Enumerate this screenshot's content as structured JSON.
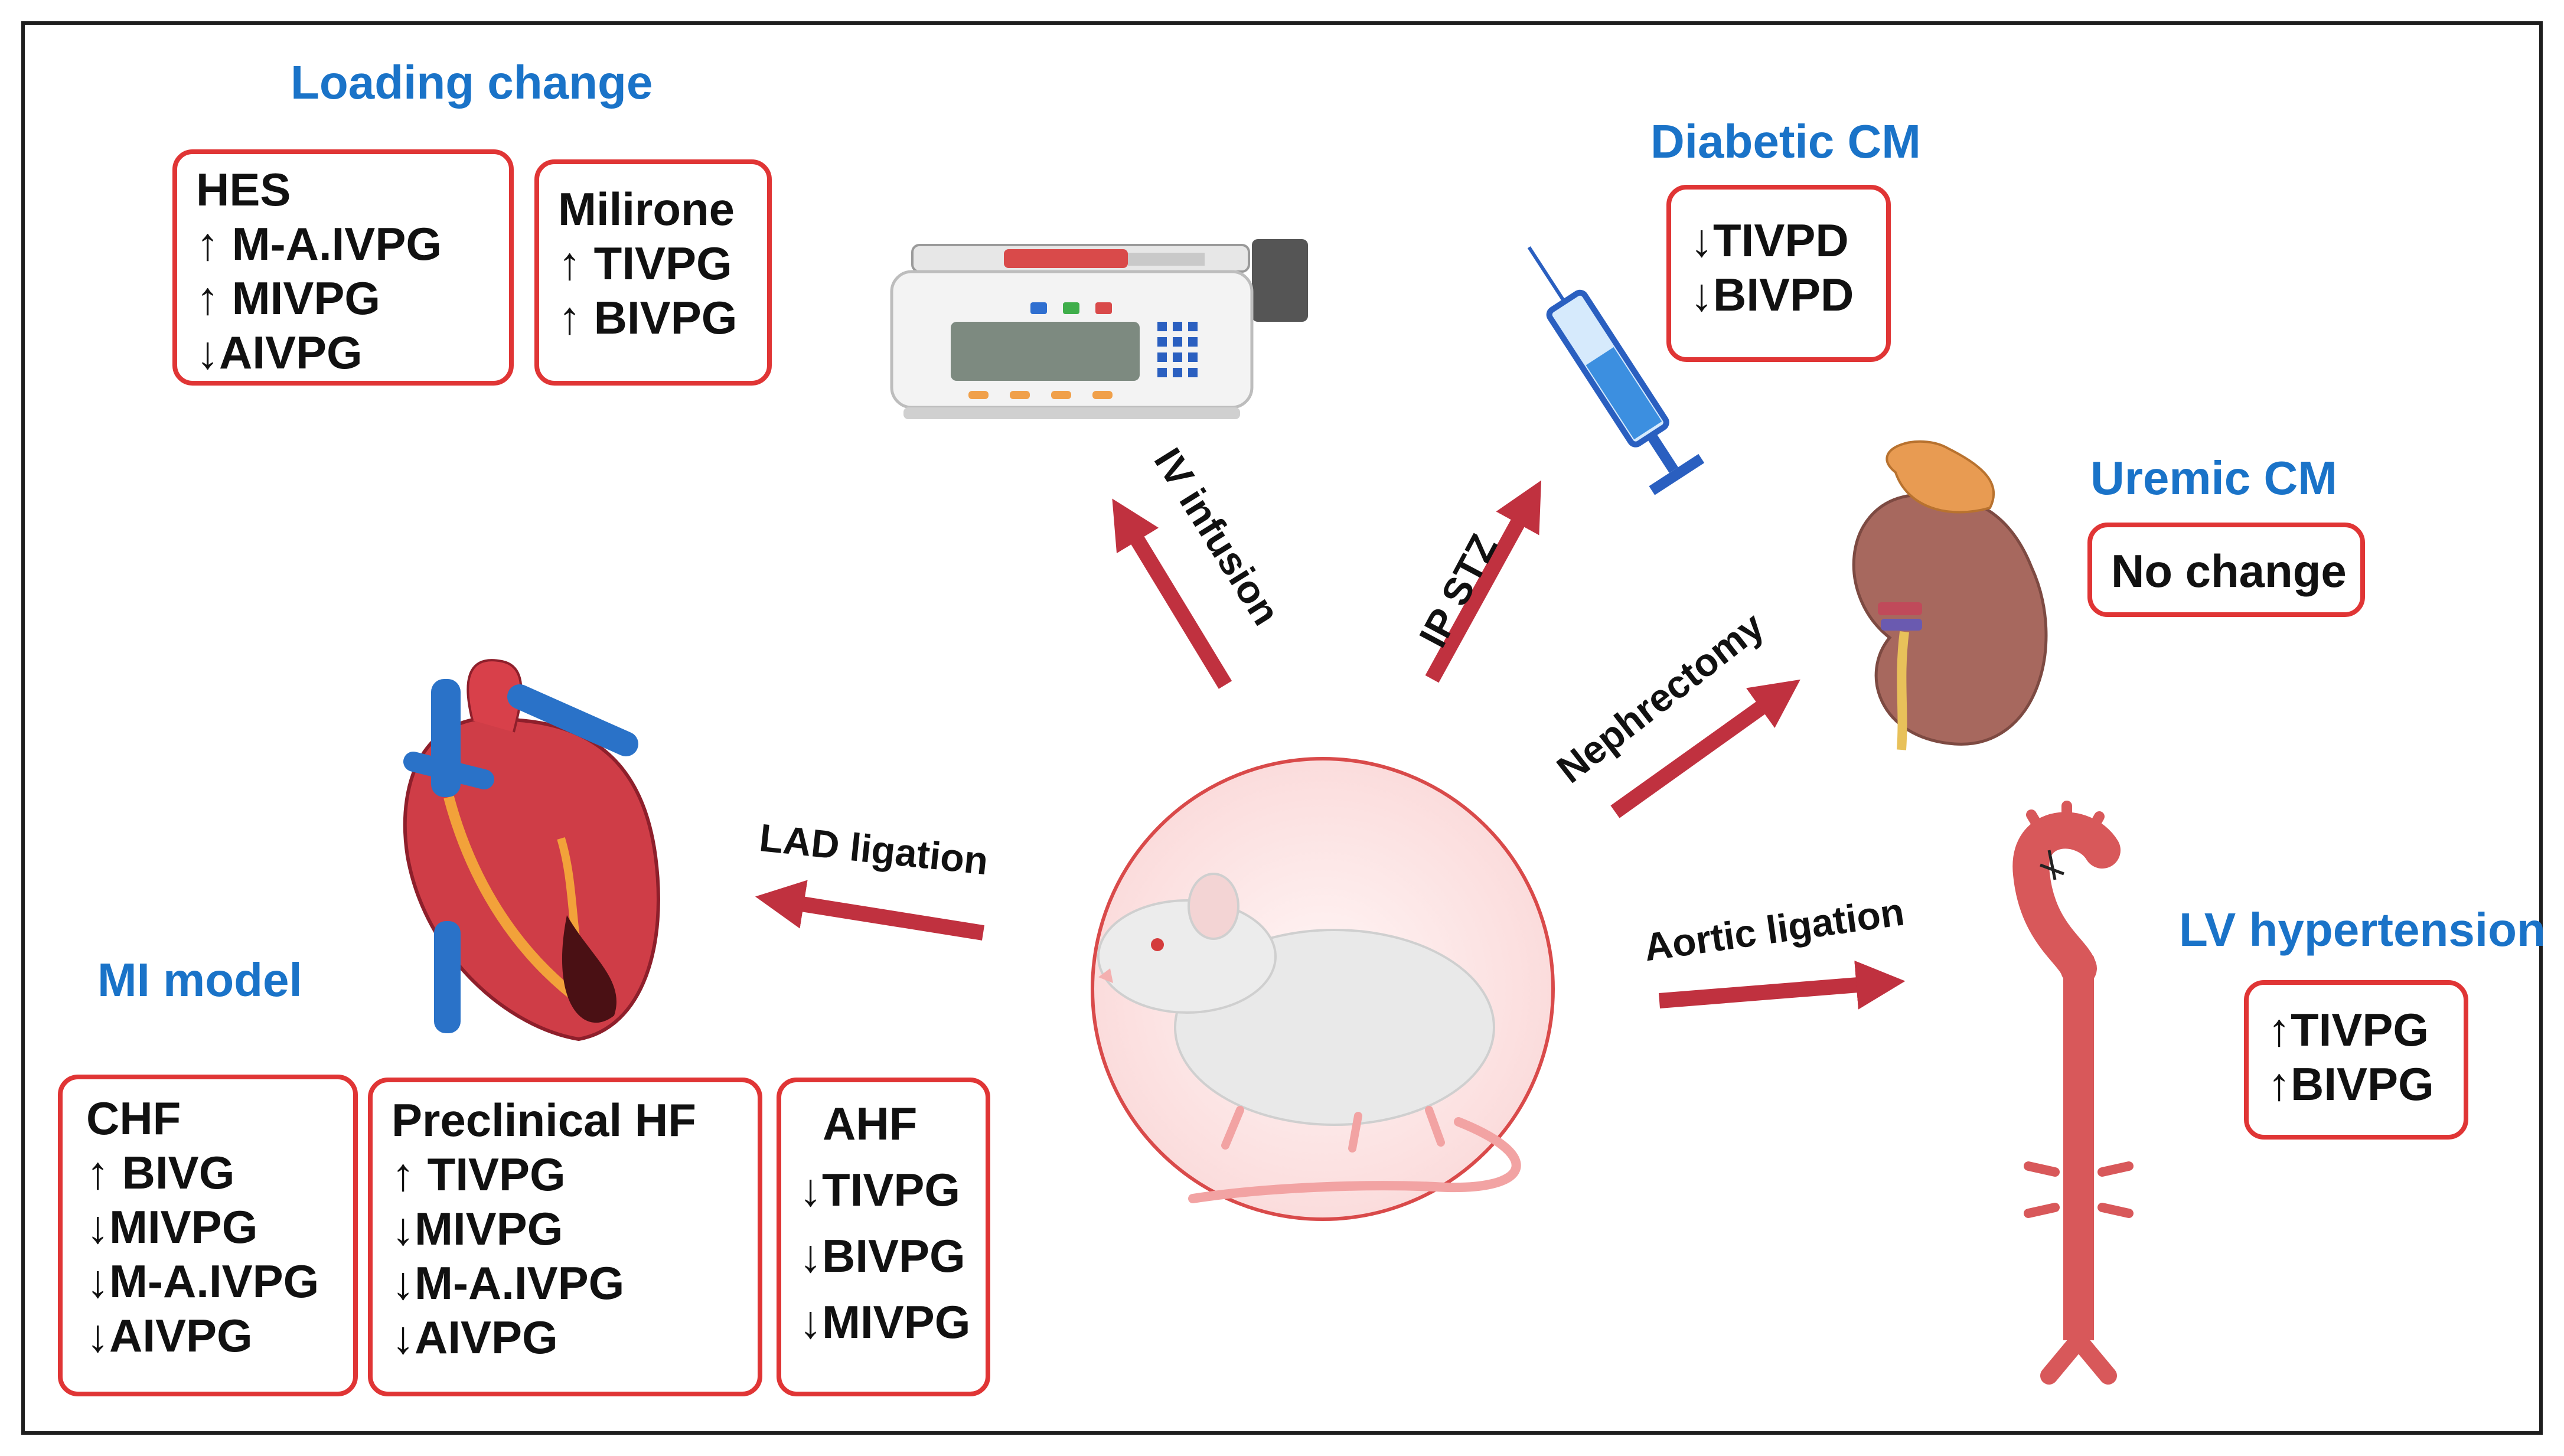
{
  "titles": {
    "loading": "Loading change",
    "diabetic": "Diabetic CM",
    "uremic": "Uremic CM",
    "mi": "MI model",
    "lvh": "LV hypertension"
  },
  "boxes": {
    "hes": [
      "HES",
      "↑ M-A.IVPG",
      "↑ MIVPG",
      "↓AIVPG"
    ],
    "milrinone": [
      "Milirone",
      "↑ TIVPG",
      "↑ BIVPG"
    ],
    "diabetic": [
      "↓TIVPD",
      "↓BIVPD"
    ],
    "uremic": [
      "No change"
    ],
    "chf": [
      "CHF",
      "↑ BIVG",
      "↓MIVPG",
      "↓M-A.IVPG",
      "↓AIVPG"
    ],
    "preclinical": [
      "Preclinical HF",
      "↑ TIVPG",
      "↓MIVPG",
      "↓M-A.IVPG",
      "↓AIVPG"
    ],
    "ahf": [
      "AHF",
      "↓TIVPG",
      "↓BIVPG",
      "↓MIVPG"
    ],
    "lvh": [
      "↑TIVPG",
      "↑BIVPG"
    ]
  },
  "arrows": {
    "iv_infusion": "IV infusion",
    "ip_stz": "IP STZ",
    "nephrectomy": "Nephrectomy",
    "lad_ligation": "LAD ligation",
    "aortic_ligation": "Aortic ligation"
  },
  "colors": {
    "title_blue": "#1a73c8",
    "box_border": "#e03535",
    "arrow_red": "#c0313f"
  }
}
